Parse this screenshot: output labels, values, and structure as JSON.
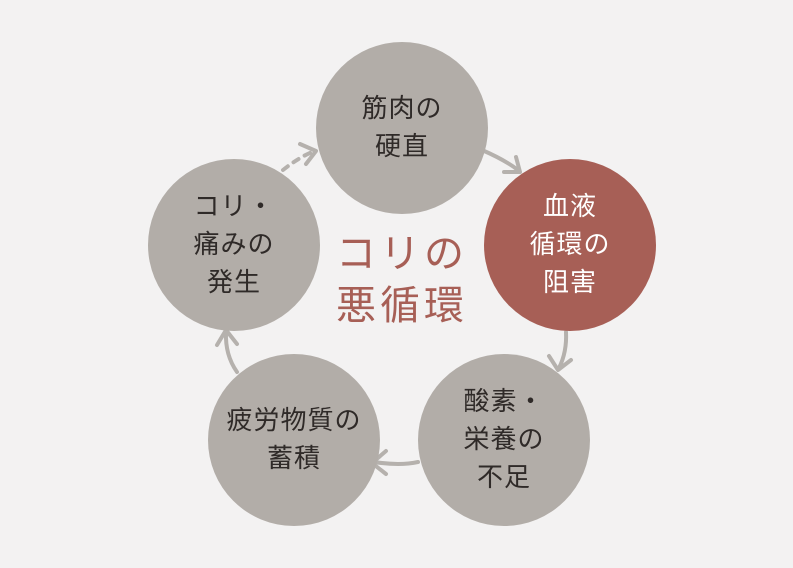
{
  "title": "コリの\n悪循環",
  "nodes": [
    {
      "id": "muscle",
      "label": "筋肉の\n硬直"
    },
    {
      "id": "blood",
      "label": "血液\n循環の\n阻害"
    },
    {
      "id": "oxygen",
      "label": "酸素・\n栄養の\n不足"
    },
    {
      "id": "fatigue",
      "label": "疲労物質の\n蓄積"
    },
    {
      "id": "pain",
      "label": "コリ・\n痛みの\n発生"
    }
  ],
  "colors": {
    "background": "#f3f2f2",
    "node": "#b2ada8",
    "highlight": "#a75f56",
    "arrow": "#b5b1ad",
    "title": "#a75f56",
    "text_dark": "#2f2a28",
    "text_light": "#ffffff"
  },
  "arrows": [
    {
      "from": "muscle",
      "to": "blood",
      "style": "solid"
    },
    {
      "from": "blood",
      "to": "oxygen",
      "style": "solid"
    },
    {
      "from": "oxygen",
      "to": "fatigue",
      "style": "solid"
    },
    {
      "from": "fatigue",
      "to": "pain",
      "style": "solid"
    },
    {
      "from": "pain",
      "to": "muscle",
      "style": "dashed"
    }
  ]
}
